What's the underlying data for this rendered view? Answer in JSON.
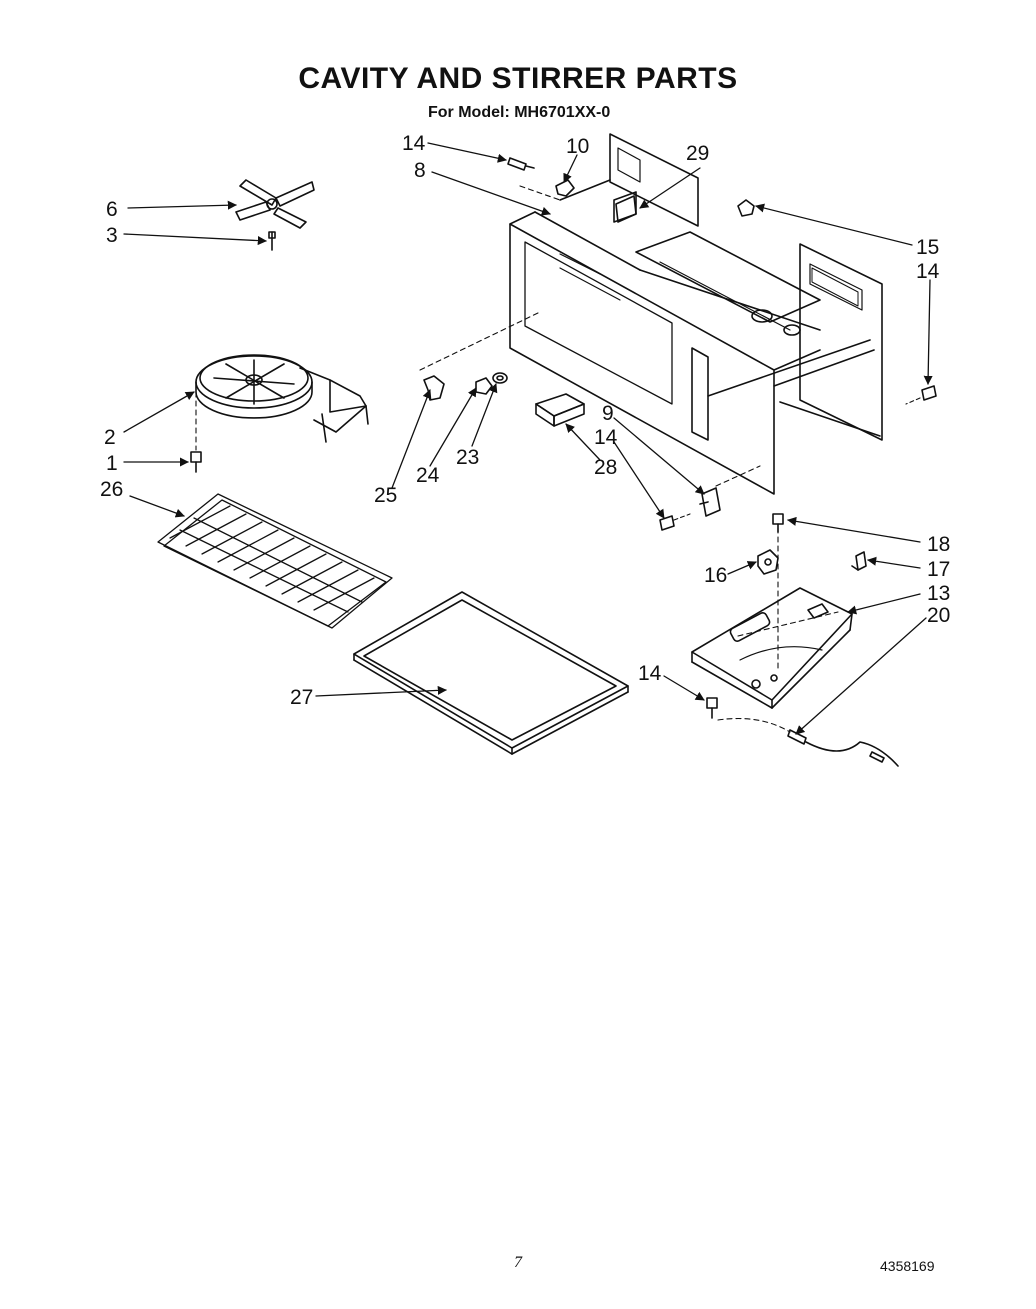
{
  "header": {
    "title": "CAVITY AND STIRRER PARTS",
    "subtitle": "For Model: MH6701XX-0"
  },
  "footer": {
    "page_number": "7",
    "document_number": "4358169"
  },
  "callouts": [
    "14",
    "10",
    "29",
    "8",
    "6",
    "3",
    "15",
    "14",
    "2",
    "1",
    "26",
    "25",
    "24",
    "23",
    "28",
    "9",
    "14",
    "14",
    "18",
    "16",
    "17",
    "13",
    "20",
    "14",
    "27"
  ],
  "colors": {
    "ink": "#111111",
    "paper": "#ffffff"
  }
}
